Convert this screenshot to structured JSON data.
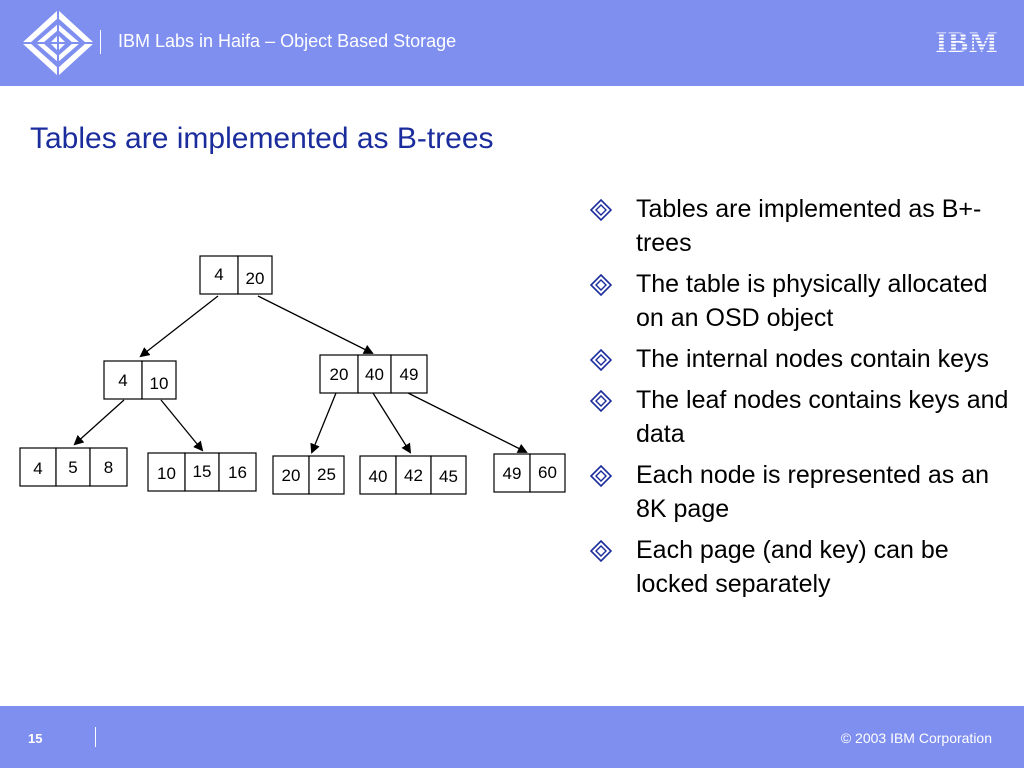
{
  "header": {
    "title": "IBM Labs in Haifa – Object Based Storage",
    "logo_text": "IBM",
    "background": "#7f8ff0"
  },
  "slide": {
    "title": "Tables are implemented as B-trees",
    "title_color": "#1b2c9c"
  },
  "tree": {
    "nodes": [
      {
        "id": "root",
        "keys": [
          "4",
          "20"
        ]
      },
      {
        "id": "internal-left",
        "keys": [
          "4",
          "10"
        ]
      },
      {
        "id": "internal-right",
        "keys": [
          "20",
          "40",
          "49"
        ]
      },
      {
        "id": "leaf-1",
        "keys": [
          "4",
          "5",
          "8"
        ]
      },
      {
        "id": "leaf-2",
        "keys": [
          "10",
          "15",
          "16"
        ]
      },
      {
        "id": "leaf-3",
        "keys": [
          "20",
          "25"
        ]
      },
      {
        "id": "leaf-4",
        "keys": [
          "40",
          "42",
          "45"
        ]
      },
      {
        "id": "leaf-5",
        "keys": [
          "49",
          "60"
        ]
      }
    ]
  },
  "bullets": [
    "Tables are implemented as B+-trees",
    "The table is physically allocated on an OSD object",
    "The internal nodes contain keys",
    "The leaf nodes contains keys and data",
    "Each node is represented as an 8K page",
    "Each page (and key) can be locked separately"
  ],
  "bullet_icon": "diamond-icon",
  "footer": {
    "page_number": "15",
    "copyright": "© 2003 IBM Corporation"
  }
}
